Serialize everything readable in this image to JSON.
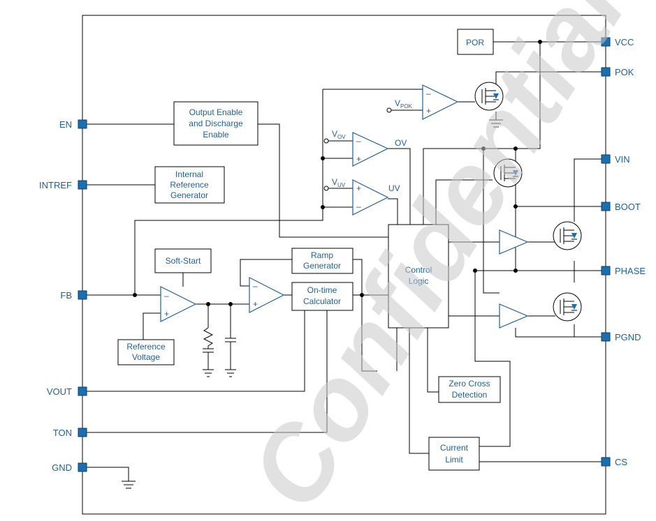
{
  "colors": {
    "pin": "#1a6fb0",
    "label": "#1f5f9a",
    "watermark": "#c9c9c9",
    "line": "#000000"
  },
  "watermark": "Confidential",
  "pins_left": {
    "en": "EN",
    "intref": "INTREF",
    "fb": "FB",
    "vout": "VOUT",
    "ton": "TON",
    "gnd": "GND"
  },
  "pins_right": {
    "vcc": "VCC",
    "pok": "POK",
    "vin": "VIN",
    "boot": "BOOT",
    "phase": "PHASE",
    "pgnd": "PGND",
    "cs": "CS"
  },
  "blocks": {
    "por": "POR",
    "output_enable": [
      "Output Enable",
      "and Discharge",
      "Enable"
    ],
    "internal_ref": [
      "Internal",
      "Reference",
      "Generator"
    ],
    "soft_start": "Soft-Start",
    "reference_voltage": [
      "Reference",
      "Voltage"
    ],
    "ramp_generator": [
      "Ramp",
      "Generator"
    ],
    "on_time": [
      "On-time",
      "Calculator"
    ],
    "control_logic": [
      "Control",
      "Logic"
    ],
    "zero_cross": [
      "Zero Cross",
      "Detection"
    ],
    "current_limit": [
      "Current",
      "Limit"
    ]
  },
  "signals": {
    "ov": "OV",
    "uv": "UV",
    "v": "V",
    "ov_sub": "OV",
    "uv_sub": "UV",
    "pok_sub": "POK"
  },
  "signs": {
    "minus": "–",
    "plus": "+"
  }
}
